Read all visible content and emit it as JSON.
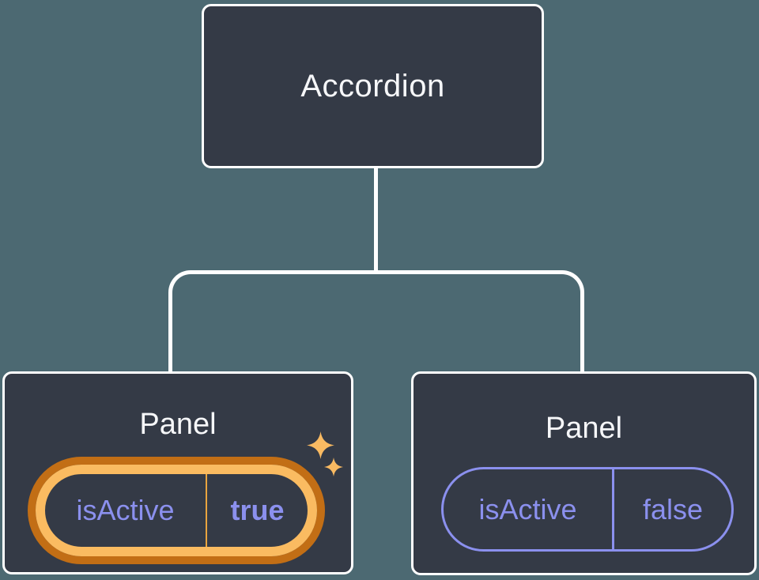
{
  "diagram": {
    "description": "React component tree diagram showing an Accordion parent with two Panel children holding isActive state",
    "root": {
      "label": "Accordion"
    },
    "panels": [
      {
        "label": "Panel",
        "prop_name": "isActive",
        "prop_value": "true",
        "state": "active",
        "highlight": "orange-ring-with-sparkles"
      },
      {
        "label": "Panel",
        "prop_name": "isActive",
        "prop_value": "false",
        "state": "inactive",
        "highlight": "none"
      }
    ]
  },
  "icons": {
    "sparkle_large": "sparkles-icon",
    "sparkle_small": "sparkles-icon"
  },
  "colors": {
    "bg": "#4C6972",
    "node-fill": "#343A46",
    "node-border": "#FFFFFF",
    "text-light": "#F6F7F9",
    "purple": "#8B90EE",
    "ring-outer": "#C26E15",
    "ring-inner": "#FABB61",
    "divider-gold": "#E9A43F",
    "sparkle": "#F9BA62"
  }
}
